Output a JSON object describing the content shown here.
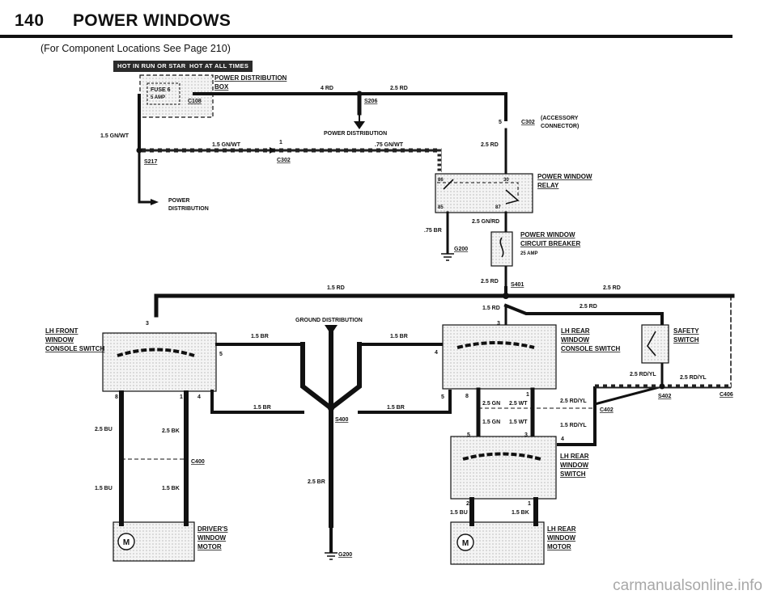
{
  "header": {
    "page_number": "140",
    "title": "POWER WINDOWS",
    "subtitle": "(For Component Locations See Page 210)"
  },
  "hot_labels": [
    "HOT IN RUN OR START",
    "HOT AT ALL TIMES"
  ],
  "components": {
    "power_distribution_box": [
      "POWER DISTRIBUTION",
      "BOX"
    ],
    "fuse": [
      "FUSE 6",
      "5 AMP"
    ],
    "c108": "C108",
    "s206": "S206",
    "power_distribution_mid": "POWER DISTRIBUTION",
    "c302": "C302",
    "accessory_connector": [
      "(ACCESSORY",
      "CONNECTOR)"
    ],
    "s217": "S217",
    "power_distribution_left": [
      "POWER",
      "DISTRIBUTION"
    ],
    "c302_lower": "C302",
    "power_window_relay": [
      "POWER WINDOW",
      "RELAY"
    ],
    "relay_pins": [
      "86",
      "30",
      "85",
      "87"
    ],
    "g200_upper": "G200",
    "circuit_breaker": [
      "POWER WINDOW",
      "CIRCUIT BREAKER",
      "25 AMP"
    ],
    "s401": "S401",
    "ground_distribution": "GROUND DISTRIBUTION",
    "lh_front_switch": [
      "LH FRONT",
      "WINDOW",
      "CONSOLE SWITCH"
    ],
    "lh_rear_console_switch": [
      "LH REAR",
      "WINDOW",
      "CONSOLE SWITCH"
    ],
    "safety_switch": [
      "SAFETY",
      "SWITCH"
    ],
    "s402": "S402",
    "c406": "C406",
    "c402": "C402",
    "s400": "S400",
    "c400": "C400",
    "lh_rear_window_switch": [
      "LH REAR",
      "WINDOW",
      "SWITCH"
    ],
    "drivers_window_motor": [
      "DRIVER'S",
      "WINDOW",
      "MOTOR"
    ],
    "lh_rear_window_motor": [
      "LH REAR",
      "WINDOW",
      "MOTOR"
    ],
    "g200_lower": "G200",
    "motor_symbol": "M"
  },
  "wire_labels": {
    "rd4_top": "4 RD",
    "rd25_top": "2.5 RD",
    "gnwt15_left": "1.5 GN/WT",
    "gnwt15_mid": "1.5 GN/WT",
    "pin1": "1",
    "gnwt75": ".75 GN/WT",
    "pin5": "5",
    "rd25_right": "2.5 RD",
    "gnrd25": "2.5 GN/RD",
    "br75": ".75 BR",
    "rd25_cb": "2.5 RD",
    "rd15_mid": "1.5 RD",
    "rd25_far_right": "2.5 RD",
    "rd15_s401": "1.5 RD",
    "rd25_safety": "2.5 RD",
    "pin3_left": "3",
    "pin3_right": "3",
    "br15_a": "1.5 BR",
    "br15_b": "1.5 BR",
    "pin5_lfs": "5",
    "pin4_lrcs": "4",
    "pin8_left": "8",
    "pin1_left": "1",
    "pin4_left": "4",
    "br15_c": "1.5 BR",
    "br15_d": "1.5 BR",
    "pin5_right": "5",
    "pin8_right": "8",
    "pin1_right": "1",
    "gn25": "2.5 GN",
    "wt25": "2.5 WT",
    "rdyl25_a": "2.5 RD/YL",
    "rdyl25_b": "2.5 RD/YL",
    "rdyl25_c": "2.5 RD/YL",
    "bu25": "2.5 BU",
    "bk25": "2.5 BK",
    "gn15": "1.5 GN",
    "wt15": "1.5 WT",
    "rdyl15": "1.5 RD/YL",
    "pin5_lrws": "5",
    "pin3_lrws": "3",
    "pin4_lrws": "4",
    "br25": "2.5 BR",
    "bu15_left": "1.5 BU",
    "bk15_left": "1.5 BK",
    "pin2": "2",
    "pin1_lrws": "1",
    "bu15_right": "1.5 BU",
    "bk15_right": "1.5 BK"
  },
  "watermark": "carmanualsonline.info"
}
